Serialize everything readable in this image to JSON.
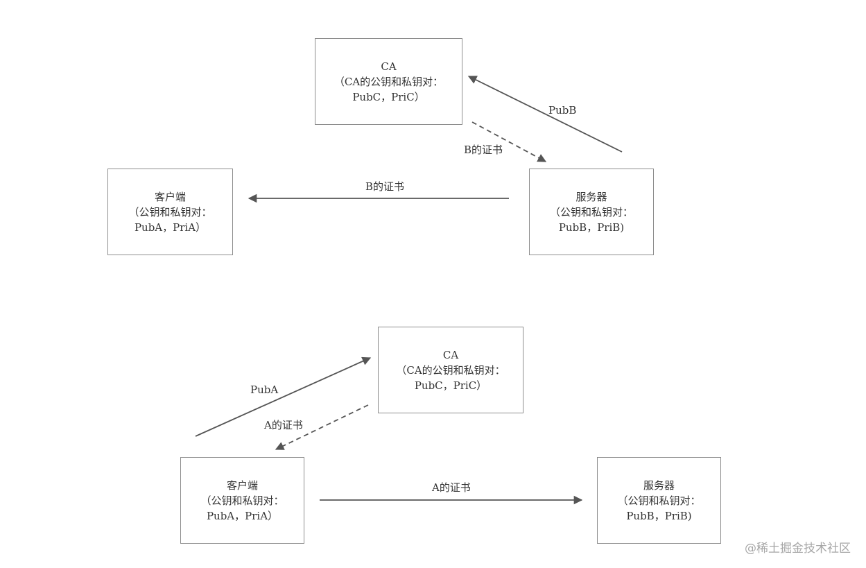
{
  "diagram1": {
    "ca": {
      "title": "CA",
      "keys_line": "（CA的公钥和私钥对：",
      "values_line": "PubC，PriC）"
    },
    "client": {
      "title": "客户端",
      "keys_line": "（公钥和私钥对：",
      "values_line": "PubA，PriA）"
    },
    "server": {
      "title": "服务器",
      "keys_line": "（公钥和私钥对：",
      "values_line": "PubB，PriB)"
    },
    "edges": {
      "server_to_ca": "PubB",
      "ca_to_server": "B的证书",
      "server_to_client": "B的证书"
    }
  },
  "diagram2": {
    "ca": {
      "title": "CA",
      "keys_line": "（CA的公钥和私钥对：",
      "values_line": "PubC，PriC）"
    },
    "client": {
      "title": "客户端",
      "keys_line": "（公钥和私钥对：",
      "values_line": "PubA，PriA）"
    },
    "server": {
      "title": "服务器",
      "keys_line": "（公钥和私钥对：",
      "values_line": "PubB，PriB)"
    },
    "edges": {
      "client_to_ca": "PubA",
      "ca_to_client": "A的证书",
      "client_to_server": "A的证书"
    }
  },
  "watermark": "@稀土掘金技术社区",
  "colors": {
    "box_border": "#8c8c8c",
    "arrow": "#555555",
    "text": "#333333",
    "watermark": "#a6a6a6"
  }
}
